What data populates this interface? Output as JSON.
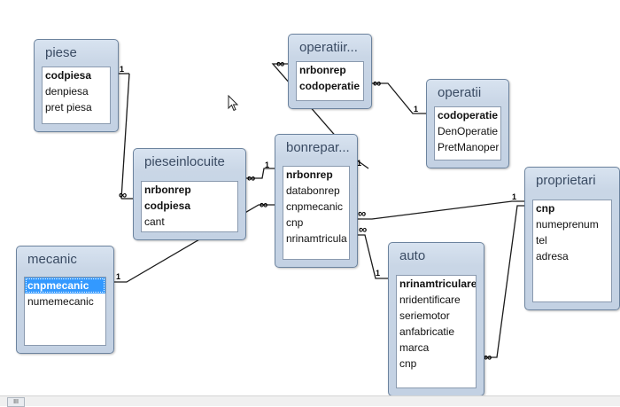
{
  "tables": {
    "piese": {
      "title": "piese",
      "fields": [
        {
          "name": "codpiesa",
          "pk": true
        },
        {
          "name": "denpiesa",
          "pk": false
        },
        {
          "name": "pret piesa",
          "pk": false
        }
      ]
    },
    "operatiir": {
      "title": "operatiir...",
      "fields": [
        {
          "name": "nrbonrep",
          "pk": true
        },
        {
          "name": "codoperatie",
          "pk": true
        }
      ]
    },
    "operatii": {
      "title": "operatii",
      "fields": [
        {
          "name": "codoperatie",
          "pk": true
        },
        {
          "name": "DenOperatie",
          "pk": false
        },
        {
          "name": "PretManoper",
          "pk": false
        }
      ]
    },
    "pieseinlocuite": {
      "title": "pieseinlocuite",
      "fields": [
        {
          "name": "nrbonrep",
          "pk": true
        },
        {
          "name": "codpiesa",
          "pk": true
        },
        {
          "name": "cant",
          "pk": false
        }
      ]
    },
    "bonreparatie": {
      "title": "bonrepar...",
      "fields": [
        {
          "name": "nrbonrep",
          "pk": true
        },
        {
          "name": "databonrep",
          "pk": false
        },
        {
          "name": "cnpmecanic",
          "pk": false
        },
        {
          "name": "cnp",
          "pk": false
        },
        {
          "name": "nrinamtricula",
          "pk": false
        }
      ]
    },
    "proprietari": {
      "title": "proprietari",
      "fields": [
        {
          "name": "cnp",
          "pk": true
        },
        {
          "name": "numeprenum",
          "pk": false
        },
        {
          "name": "tel",
          "pk": false
        },
        {
          "name": "adresa",
          "pk": false
        }
      ]
    },
    "mecanic": {
      "title": "mecanic",
      "fields": [
        {
          "name": "cnpmecanic",
          "pk": true,
          "selected": true
        },
        {
          "name": "numemecanic",
          "pk": false
        }
      ]
    },
    "auto": {
      "title": "auto",
      "fields": [
        {
          "name": "nrinamtriculare",
          "pk": true
        },
        {
          "name": "nridentificare",
          "pk": false
        },
        {
          "name": "seriemotor",
          "pk": false
        },
        {
          "name": "anfabricatie",
          "pk": false
        },
        {
          "name": "marca",
          "pk": false
        },
        {
          "name": "cnp",
          "pk": false
        }
      ]
    }
  },
  "relationship_labels": {
    "one": "1",
    "many": "∞"
  },
  "scrollbar": {
    "button_label": "III"
  }
}
